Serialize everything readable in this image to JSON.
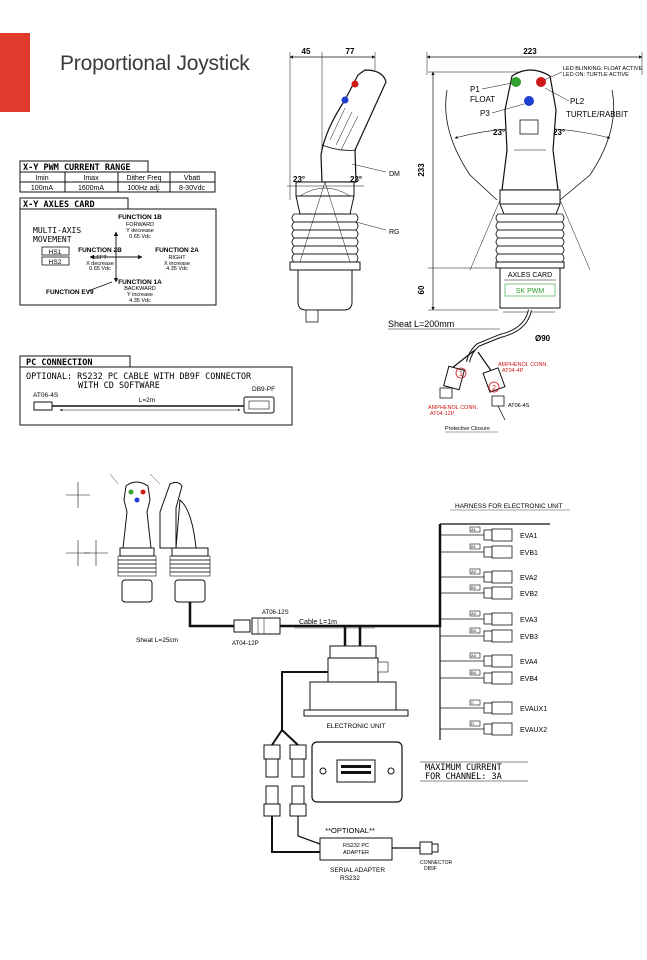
{
  "title": "Proportional Joystick",
  "colors": {
    "accent": "#e03a2c",
    "red_label": "#d01818",
    "green": "#30a030",
    "blue": "#1f3fd0"
  },
  "pwm_table": {
    "heading": "X-Y PWM CURRENT RANGE",
    "headers": [
      "Imin",
      "Imax",
      "Dither Freq",
      "Vbatt"
    ],
    "row": [
      "100mA",
      "1600mA",
      "100Hz adj.",
      "8-30Vdc"
    ]
  },
  "axles_card": {
    "heading": "X-Y AXLES CARD",
    "multi_axis_1": "MULTI-AXIS",
    "multi_axis_2": "MOVEMENT",
    "hs1": "HS1",
    "hs2": "HS2",
    "f1b": [
      "FUNCTION 1B",
      "FORWARD",
      "Y decrease",
      "0.65 Vdc"
    ],
    "f2b": [
      "FUNCTION 2B",
      "LEFT",
      "X decrease",
      "0.65 Vdc"
    ],
    "f2a": [
      "FUNCTION 2A",
      "RIGHT",
      "X increase",
      "4.35 Vdc"
    ],
    "f1a": [
      "FUNCTION 1A",
      "BACKWARD",
      "Y increase",
      "4.35 Vdc"
    ],
    "fev9": "FUNCTION EV9"
  },
  "pc_connection": {
    "heading": "PC CONNECTION",
    "line1": "OPTIONAL: RS232 PC CABLE WITH DB9F CONNECTOR",
    "line2": "WITH CD SOFTWARE",
    "left_conn": "AT06-4S",
    "right_conn": "DB9-PF",
    "length": "L=2m"
  },
  "side_view": {
    "dim_45": "45",
    "dim_77": "77",
    "angle_l": "23°",
    "angle_r": "23°",
    "dm": "DM",
    "rg": "RG"
  },
  "front_view": {
    "dim_223": "223",
    "dim_233": "233",
    "dim_60": "60",
    "led_blink": "LED BLINKING: FLOAT ACTIVE",
    "led_on": "LED ON: TURTLE ACTIVE",
    "p1": "P1",
    "float": "FLOAT",
    "p3": "P3",
    "pl2": "PL2",
    "turtle": "TURTLE/RABBIT",
    "angle_l": "23°",
    "angle_r": "23°",
    "axles_card": "AXLES CARD",
    "sk_pwm": "SK PWM",
    "sheat": "Sheat L=200mm",
    "dia": "Ø90",
    "c1": "1",
    "c2": "2",
    "amph1_a": "AMPHENOL CONN.",
    "amph1_b": "AT04-4P",
    "amph2_a": "AMPHENOL CONN.",
    "amph2_b": "AT04-12P",
    "at064s": "AT06-4S",
    "protective": "Protective Closure"
  },
  "wiring": {
    "harness": "HARNESS FOR ELECTRONIC UNIT",
    "outputs": [
      "EVA1",
      "EVB1",
      "EVA2",
      "EVB2",
      "EVA3",
      "EVB3",
      "EVA4",
      "EVB4",
      "EVAUX1",
      "EVAUX2"
    ],
    "pins": [
      "A1",
      "B1",
      "A2",
      "B2",
      "A3",
      "B3",
      "A4",
      "B4",
      "C",
      "D"
    ],
    "sheat": "Sheat L=25cm",
    "at0612s": "AT06-12S",
    "at0412p": "AT04-12P",
    "cable": "Cable L=1m",
    "eu": "ELECTRONIC UNIT",
    "max1": "MAXIMUM CURRENT",
    "max2": "FOR CHANNEL: 3A",
    "optional": "**OPTIONAL**",
    "adapter1": "RS232 PC",
    "adapter2": "ADAPTER",
    "serial1": "SERIAL ADAPTER",
    "serial2": "RS232",
    "conn1": "CONNECTOR",
    "conn2": "DB9F"
  }
}
